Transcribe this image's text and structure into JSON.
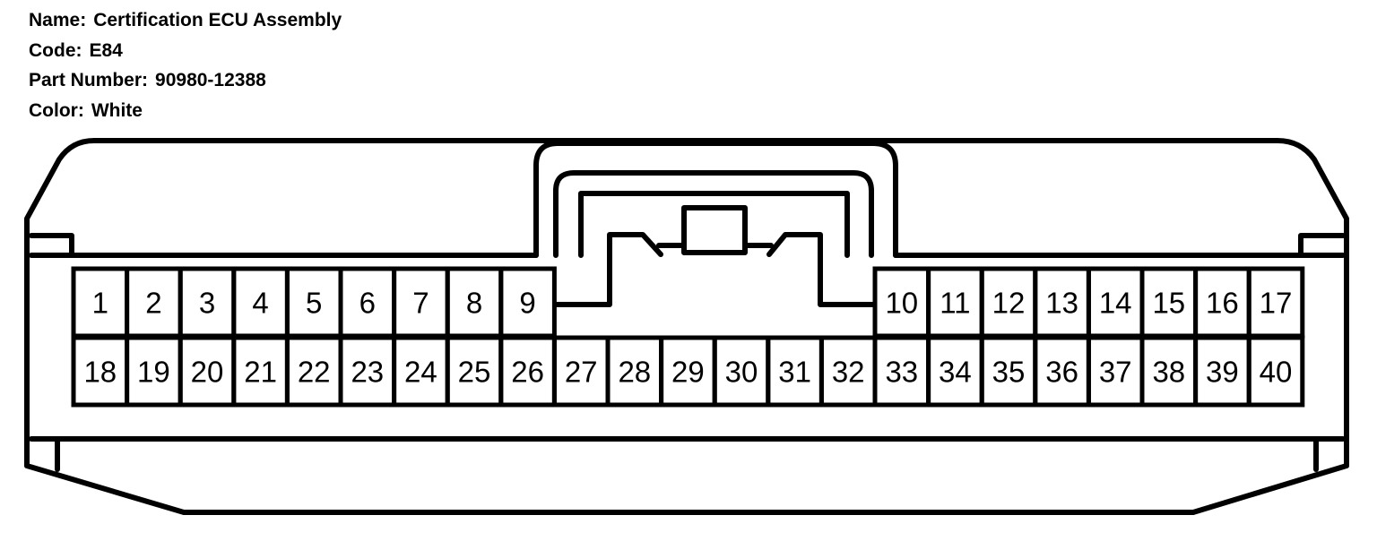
{
  "connector": {
    "name_label": "Name:",
    "name": "Certification ECU Assembly",
    "code_label": "Code:",
    "code": "E84",
    "part_label": "Part Number:",
    "part_number": "90980-12388",
    "color_label": "Color:",
    "color": "White"
  },
  "pins": {
    "row1_left": [
      "1",
      "2",
      "3",
      "4",
      "5",
      "6",
      "7",
      "8",
      "9"
    ],
    "row1_right": [
      "10",
      "11",
      "12",
      "13",
      "14",
      "15",
      "16",
      "17"
    ],
    "row2": [
      "18",
      "19",
      "20",
      "21",
      "22",
      "23",
      "24",
      "25",
      "26",
      "27",
      "28",
      "29",
      "30",
      "31",
      "32",
      "33",
      "34",
      "35",
      "36",
      "37",
      "38",
      "39",
      "40"
    ]
  }
}
